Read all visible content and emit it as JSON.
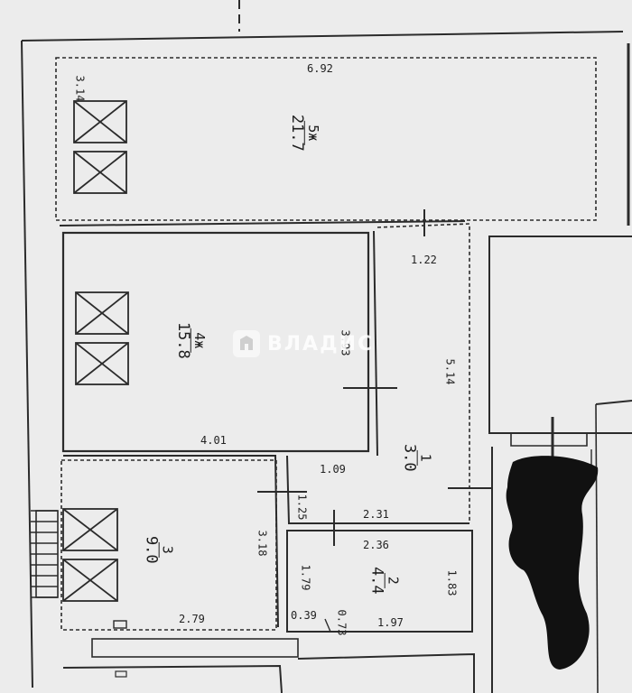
{
  "rooms": [
    {
      "id": "5",
      "suffix": "ж",
      "area": "21.7"
    },
    {
      "id": "4",
      "suffix": "ж",
      "area": "15.8"
    },
    {
      "id": "1",
      "suffix": "",
      "area": "3.0"
    },
    {
      "id": "3",
      "suffix": "",
      "area": "9.0"
    },
    {
      "id": "2",
      "suffix": "",
      "area": "4.4"
    }
  ],
  "dimensions": {
    "room5_length": "6.92",
    "room5_width": "3.14",
    "room4_width": "3.93",
    "room4_length": "4.01",
    "corridor_width": "1.22",
    "corridor_length": "5.14",
    "hall_width": "1.09",
    "hall_small": "1.25",
    "bath_top_length": "2.31",
    "bath_length": "2.36",
    "bath_height_left": "1.79",
    "bath_height_right": "1.83",
    "kitchen_height": "3.18",
    "kitchen_length": "2.79",
    "niche_depth": "0.39",
    "niche_width": "0.73",
    "bath_bottom_length": "1.97"
  },
  "watermark": "ВЛАДИС",
  "icons": {
    "window_symbol": "window-cross-icon",
    "logo": "vladis-logo-icon"
  }
}
